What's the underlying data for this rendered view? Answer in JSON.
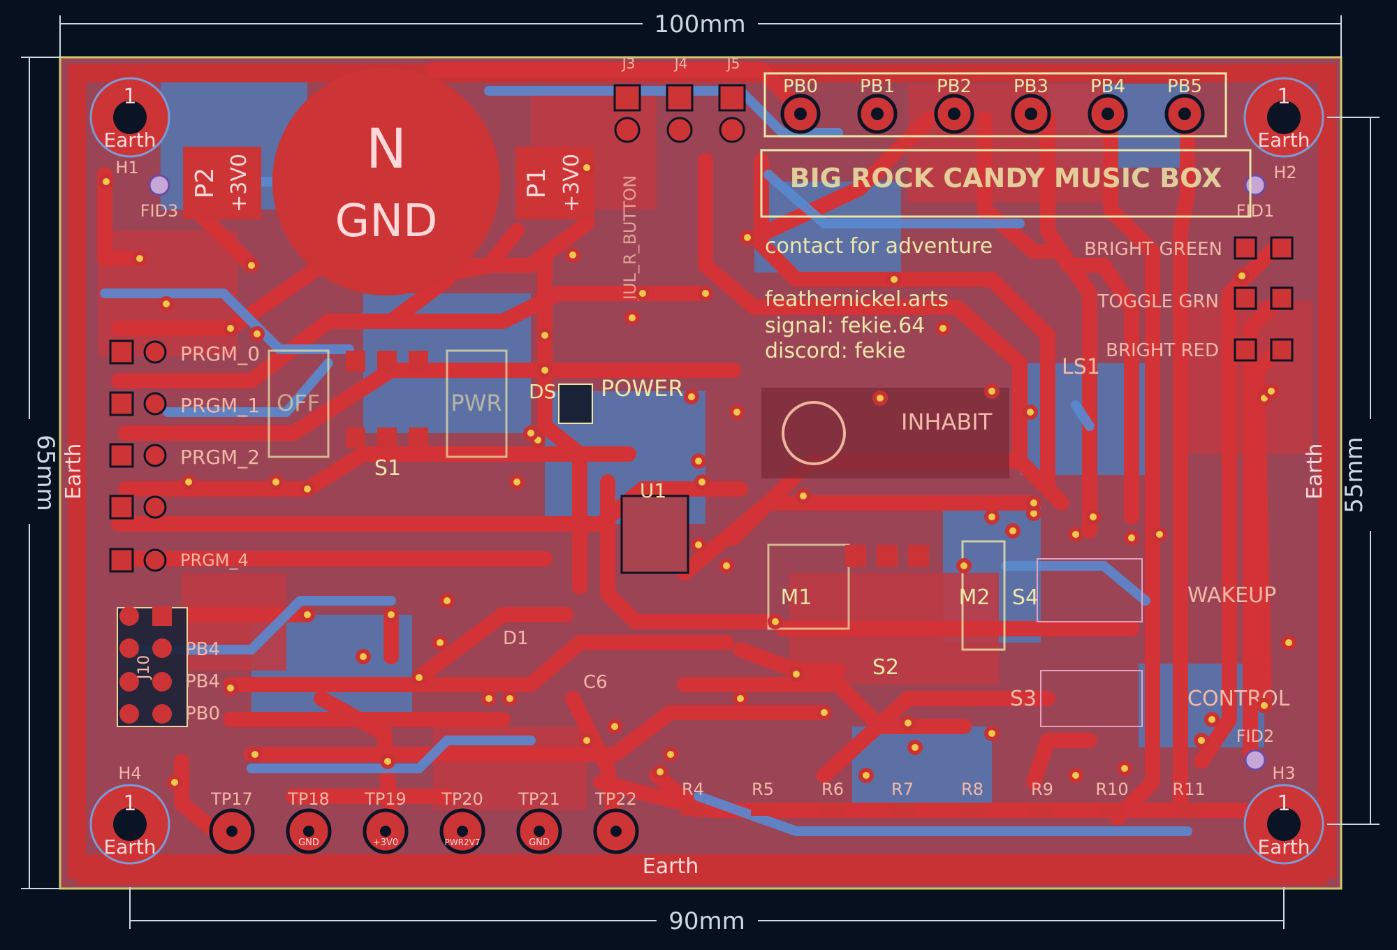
{
  "dimensions": {
    "top": "100mm",
    "bottom": "90mm",
    "left": "65mm",
    "right": "55mm"
  },
  "big_pad": {
    "net": "N",
    "name": "GND"
  },
  "batt_pads": [
    {
      "ref": "P2",
      "net": "+3V0"
    },
    {
      "ref": "P1",
      "net": "+3V0"
    }
  ],
  "mount_holes": [
    {
      "ref": "H1",
      "num": "1",
      "net": "Earth"
    },
    {
      "ref": "H2",
      "num": "1",
      "net": "Earth"
    },
    {
      "ref": "H4",
      "num": "1",
      "net": "Earth"
    },
    {
      "ref": "H3",
      "num": "1",
      "net": "Earth"
    }
  ],
  "fiducials": [
    "FID3",
    "FID1",
    "FID2"
  ],
  "pb_header": [
    "PB0",
    "PB1",
    "PB2",
    "PB3",
    "PB4",
    "PB5"
  ],
  "jumper_refs": [
    "J3",
    "J4",
    "J5"
  ],
  "test_points": [
    {
      "ref": "TP17",
      "net": ""
    },
    {
      "ref": "TP18",
      "net": "GND"
    },
    {
      "ref": "TP19",
      "net": "+3V0"
    },
    {
      "ref": "TP20",
      "net": "PWR2V7"
    },
    {
      "ref": "TP21",
      "net": "GND"
    },
    {
      "ref": "TP22",
      "net": ""
    }
  ],
  "title": "BIG ROCK CANDY MUSIC BOX",
  "contact": {
    "line1": "contact for adventure",
    "line2": "feathernickel.arts",
    "line3": "signal: fekie.64",
    "line4": "discord: fekie"
  },
  "prgm_labels": [
    "PRGM_0",
    "PRGM_1",
    "PRGM_2",
    "PRGM_4"
  ],
  "pb_side_labels": [
    "PB4",
    "PB4",
    "PB0"
  ],
  "right_labels": [
    "BRIGHT GREEN",
    "TOGGLE GRN",
    "BRIGHT RED",
    "LS1",
    "WAKEUP",
    "CONTROL"
  ],
  "component_labels": {
    "off": "OFF",
    "pwr": "PWR",
    "power": "POWER",
    "s1": "S1",
    "u1": "U1",
    "ds": "DS",
    "d1": "D1",
    "c6": "C6",
    "m1": "M1",
    "m2": "M2",
    "s2": "S2",
    "s3": "S3",
    "s4": "S4",
    "inhabit": "INHABIT",
    "btn": "JUL_R_BUTTON",
    "j10": "J10",
    "earth_bottom": "Earth",
    "earth_left": "Earth",
    "earth_right": "Earth"
  },
  "resistor_labels": [
    "R4",
    "R5",
    "R6",
    "R7",
    "R8",
    "R9",
    "R10",
    "R11"
  ],
  "colors": {
    "background": "#06101f",
    "front_copper": "#c83234",
    "back_copper": "#4d7fc4",
    "silkscreen": "#ece7a8",
    "board_edge": "#d0c86a"
  }
}
